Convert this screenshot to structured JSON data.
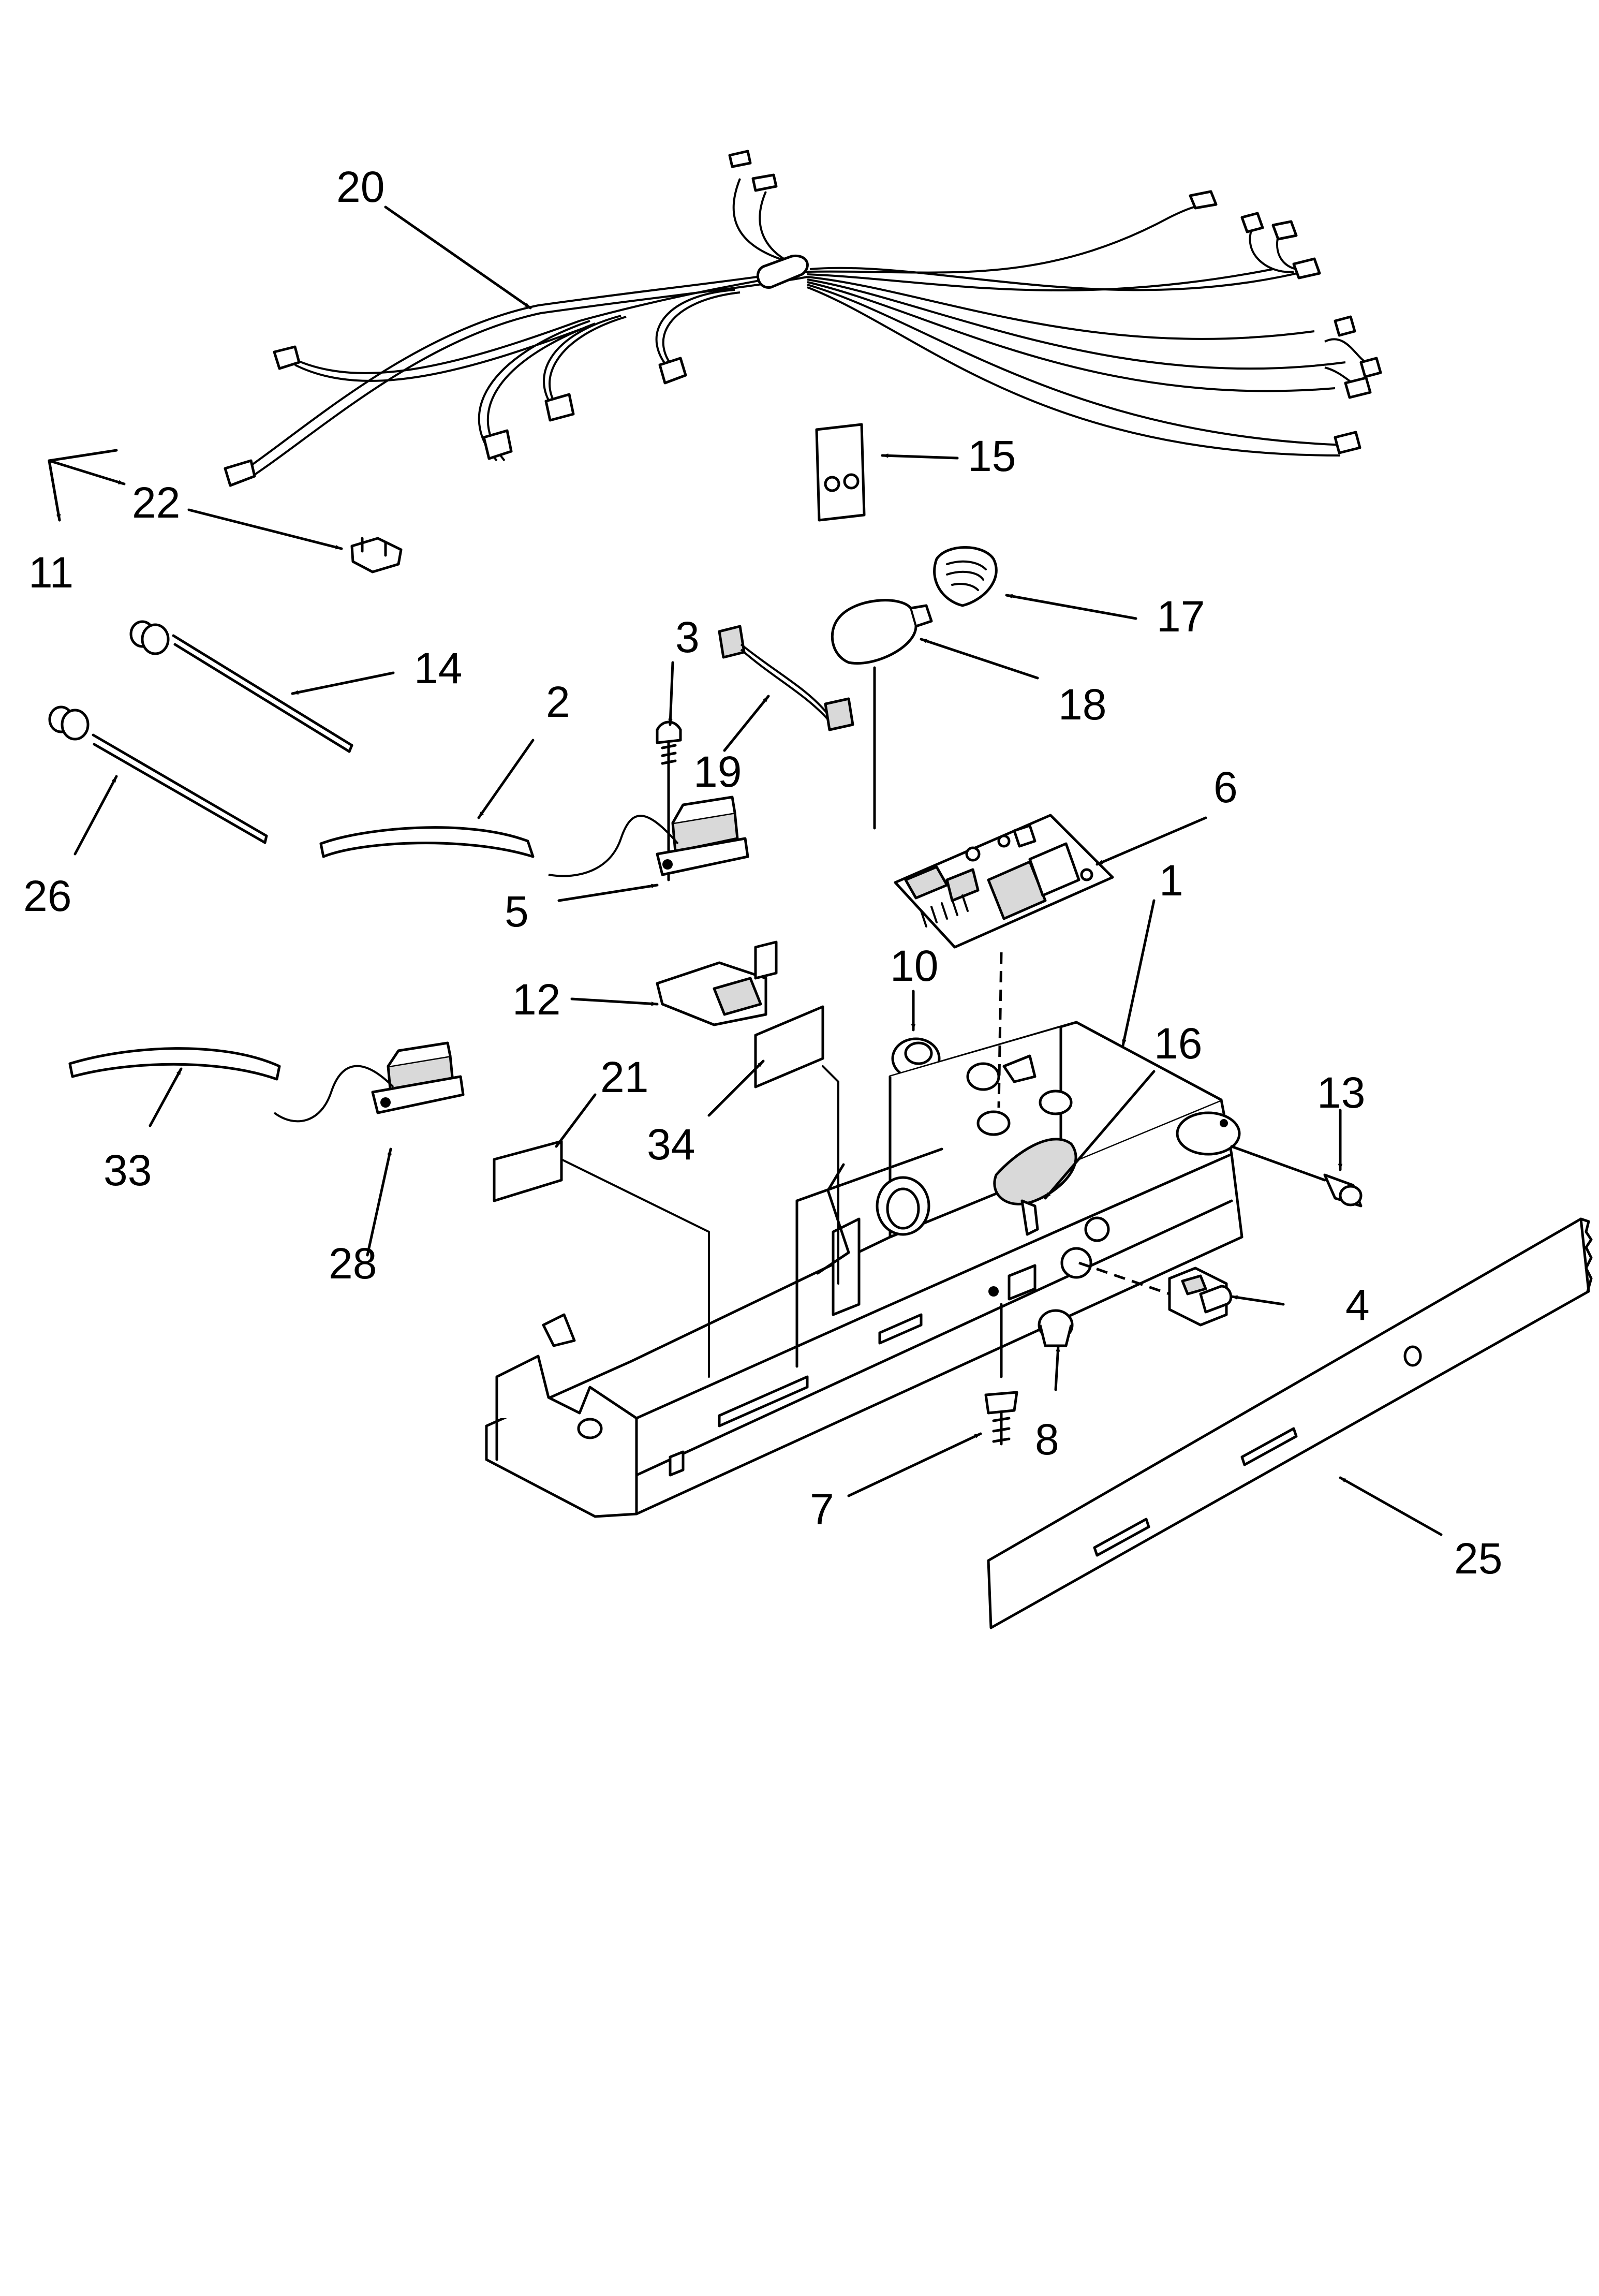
{
  "labels": {
    "l1": "1",
    "l2": "2",
    "l3": "3",
    "l4": "4",
    "l5": "5",
    "l6": "6",
    "l7": "7",
    "l8": "8",
    "l10": "10",
    "l11": "11",
    "l12": "12",
    "l13": "13",
    "l14": "14",
    "l15": "15",
    "l16": "16",
    "l17": "17",
    "l18": "18",
    "l19": "19",
    "l20": "20",
    "l21": "21",
    "l22": "22",
    "l25": "25",
    "l26": "26",
    "l28": "28",
    "l33": "33",
    "l34": "34"
  }
}
